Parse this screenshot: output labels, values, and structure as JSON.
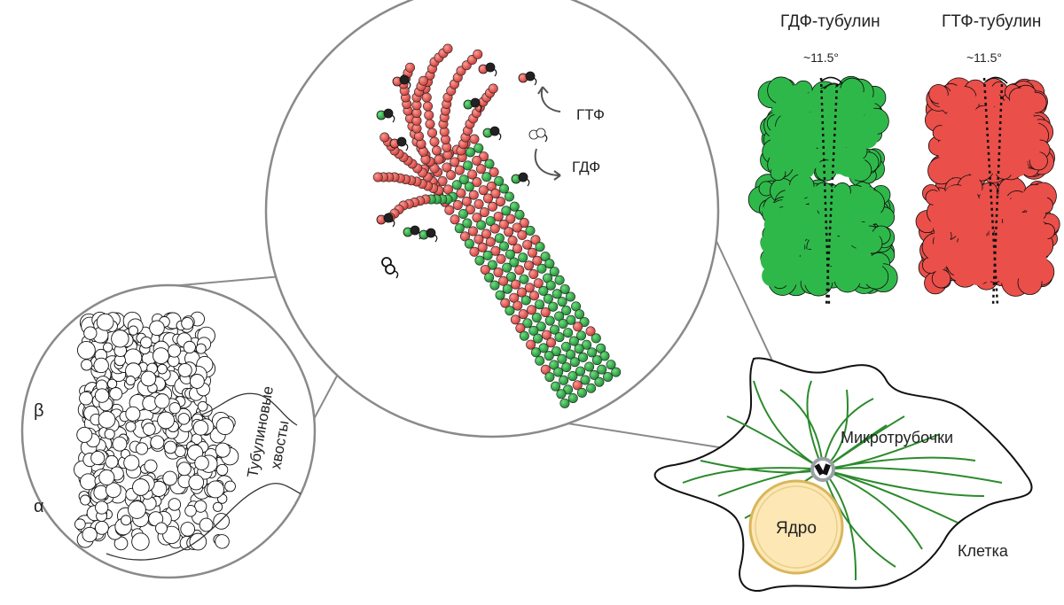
{
  "labels": {
    "gdp_tubulin_title": "ГДФ-тубулин",
    "gtp_tubulin_title": "ГТФ-тубулин",
    "angle_gdp": "~11.5°",
    "angle_gtp": "~11.5°",
    "gtp_label": "ГТФ",
    "gdp_label": "ГДФ",
    "beta_label": "β",
    "alpha_label": "α",
    "tubulin_tails_line1": "Тубулиновые",
    "tubulin_tails_line2": "хвосты",
    "microtubules_label": "Микротрубочки",
    "nucleus_label": "Ядро",
    "cell_label": "Клетка"
  },
  "colors": {
    "gdp_green": "#2fb84a",
    "gtp_red": "#ea4f4a",
    "circle_stroke": "#8a8a8a",
    "nucleus_fill": "#fde7b5",
    "nucleus_stroke": "#e0c06a",
    "microtubule_green": "#2c8a2c"
  }
}
